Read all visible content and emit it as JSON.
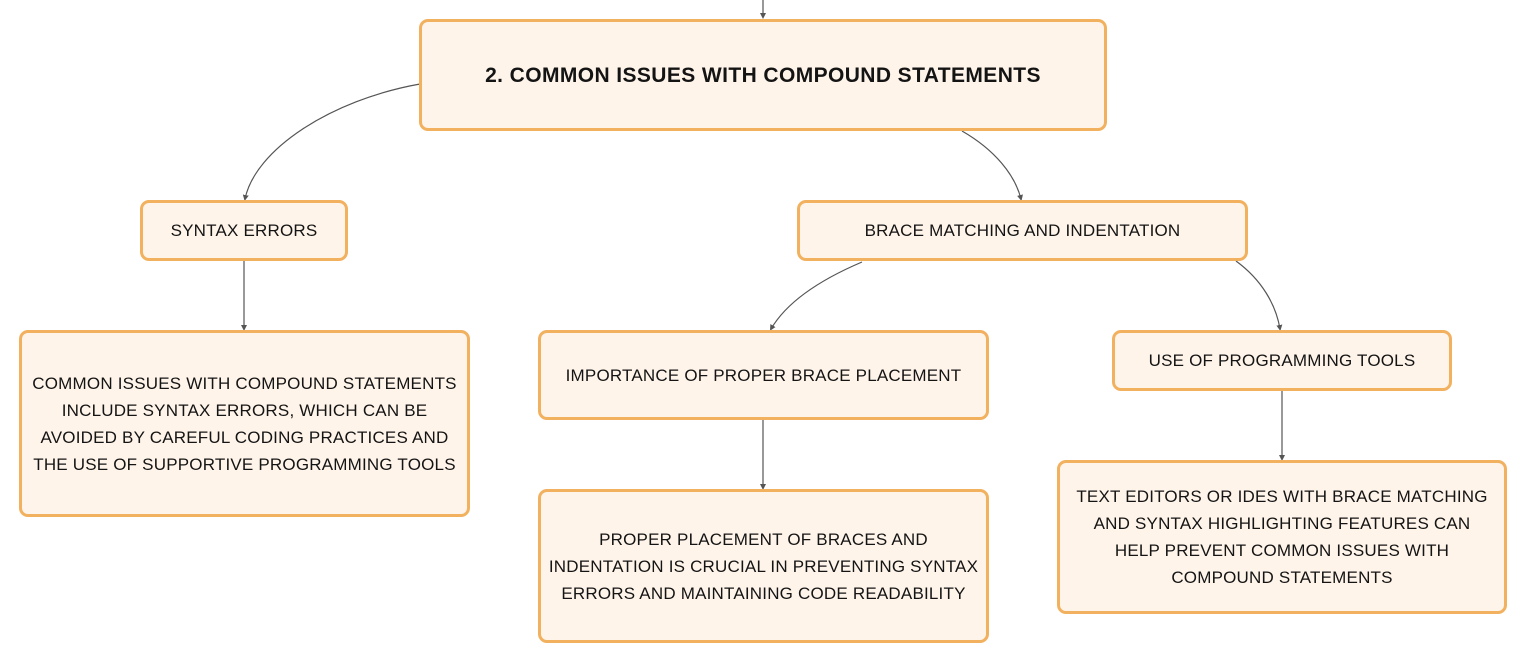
{
  "diagram": {
    "nodes": {
      "root": "2. COMMON ISSUES WITH COMPOUND STATEMENTS",
      "syntax_errors": "SYNTAX ERRORS",
      "syntax_errors_detail": "COMMON ISSUES WITH COMPOUND STATEMENTS INCLUDE SYNTAX ERRORS, WHICH CAN BE AVOIDED BY CAREFUL CODING PRACTICES AND THE USE OF SUPPORTIVE PROGRAMMING TOOLS",
      "brace_matching": "BRACE MATCHING AND INDENTATION",
      "brace_placement": "IMPORTANCE OF PROPER BRACE PLACEMENT",
      "brace_placement_detail": "PROPER PLACEMENT OF BRACES AND INDENTATION IS CRUCIAL IN PREVENTING SYNTAX ERRORS AND MAINTAINING CODE READABILITY",
      "programming_tools": "USE OF PROGRAMMING TOOLS",
      "programming_tools_detail": "TEXT EDITORS OR IDES WITH BRACE MATCHING AND SYNTAX HIGHLIGHTING FEATURES CAN HELP PREVENT COMMON ISSUES WITH COMPOUND STATEMENTS"
    },
    "colors": {
      "node_fill": "#fef4ea",
      "node_border": "#f2b15f",
      "edge": "#555555",
      "text": "#141414"
    }
  }
}
